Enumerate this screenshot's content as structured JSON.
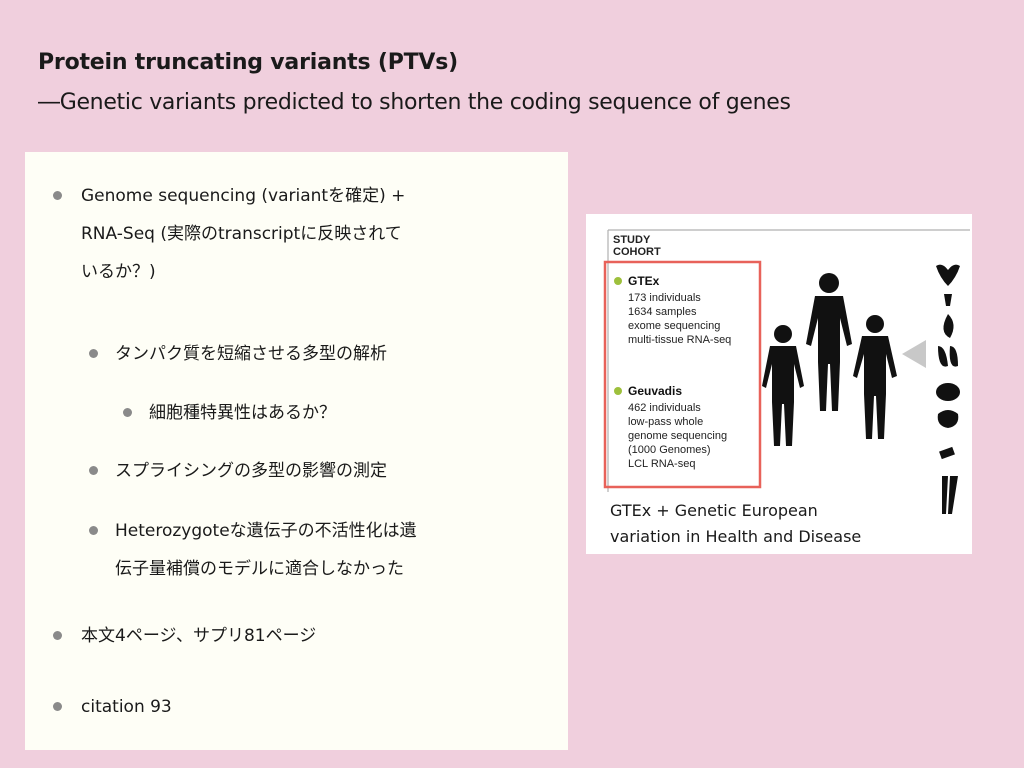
{
  "header": {
    "title": "Protein truncating variants (PTVs)",
    "subtitle": "―Genetic variants predicted to shorten the coding sequence of genes"
  },
  "bullets": {
    "b1": {
      "line1": "Genome sequencing (variantを確定) +",
      "line2": "RNA-Seq (実際のtranscriptに反映されて",
      "line3": "いるか？)"
    },
    "b2": {
      "line1": "タンパク質を短縮させる多型の解析"
    },
    "b3": {
      "line1": "細胞種特異性はあるか？"
    },
    "b4": {
      "line1": "スプライシングの多型の影響の測定"
    },
    "b5": {
      "line1": "Heterozygoteな遺伝子の不活性化は遺",
      "line2": "伝子量補償のモデルに適合しなかった"
    },
    "b6": {
      "line1": "本文4ページ、サプリ81ページ"
    },
    "b7": {
      "line1": "citation 93"
    }
  },
  "figure": {
    "heading_line1": "STUDY",
    "heading_line2": "COHORT",
    "cohort1": {
      "name": "GTEx",
      "lines": [
        "173 individuals",
        "1634 samples",
        "exome sequencing",
        "multi-tissue RNA-seq"
      ]
    },
    "cohort2": {
      "name": "Geuvadis",
      "lines": [
        "462 individuals",
        "low-pass whole",
        "genome sequencing",
        "(1000 Genomes)",
        "LCL RNA-seq"
      ]
    },
    "caption_line1": "GTEx + Genetic European",
    "caption_line2": "variation in Health and Disease",
    "colors": {
      "box": "#e8625a",
      "dot": "#9dc03c",
      "silhouette": "#111111"
    }
  }
}
